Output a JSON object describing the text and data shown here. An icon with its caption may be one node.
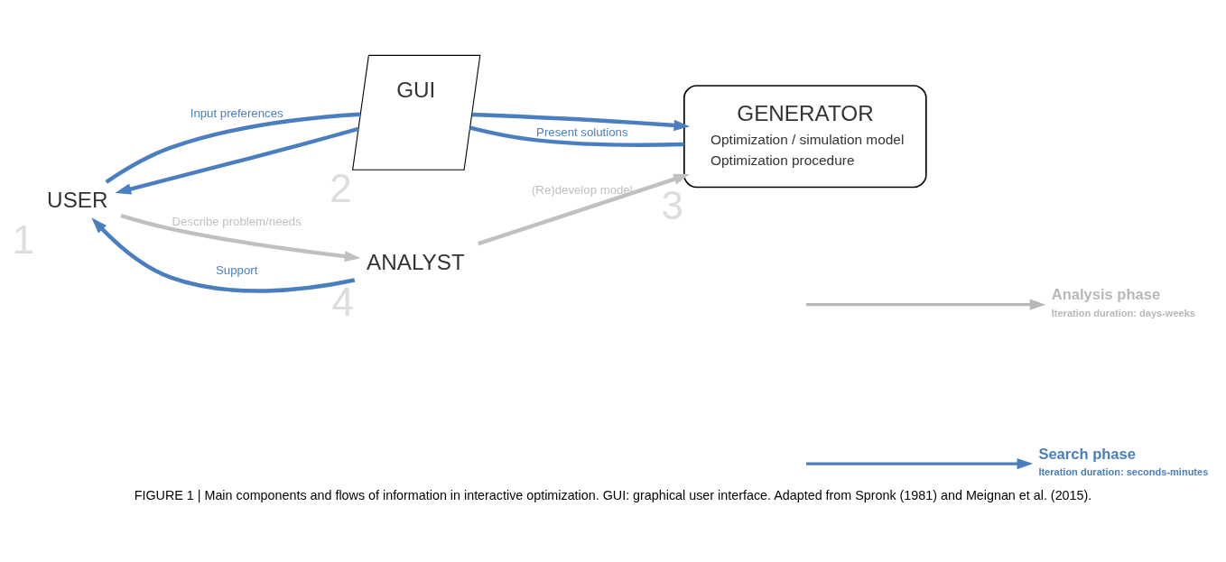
{
  "diagram": {
    "caption": "FIGURE 1 | Main components and flows of information in interactive optimization. GUI: graphical user interface. Adapted from Spronk (1981) and Meignan et al. (2015).",
    "nodes": [
      {
        "text": [
          "USER"
        ],
        "beside": [
          "1"
        ]
      },
      {
        "text": [
          "GUI"
        ],
        "beside": [
          "2"
        ]
      },
      {
        "text": [
          "GENERATOR",
          "Optimization / simulation model",
          "Optimization procedure"
        ],
        "beside": [
          "3"
        ]
      },
      {
        "text": [
          "ANALYST"
        ],
        "beside": [
          "4"
        ]
      }
    ],
    "edges": [
      {
        "from": 0,
        "to": 1,
        "arrow": "none",
        "label": "Input preferences"
      },
      {
        "from": 1,
        "to": 2,
        "arrow": "to"
      },
      {
        "from": 2,
        "to": 1,
        "arrow": "none",
        "label": "Present solutions"
      },
      {
        "from": 1,
        "to": 0,
        "arrow": "to"
      },
      {
        "from": 0,
        "to": 3,
        "arrow": "to",
        "label": "Describe problem/needs",
        "color": "#c0c0c0"
      },
      {
        "from": 3,
        "to": 0,
        "arrow": "to",
        "label": "Support"
      },
      {
        "from": 3,
        "to": 2,
        "arrow": "to",
        "label": "(Re)develop model",
        "color": "#c0c0c0"
      }
    ],
    "labels": [
      "Iteration duration: days-weeks",
      "Iteration duration: seconds-minutes"
    ],
    "legend": [
      {
        "text": "Analysis phase"
      },
      {
        "text": "Search phase"
      }
    ]
  }
}
